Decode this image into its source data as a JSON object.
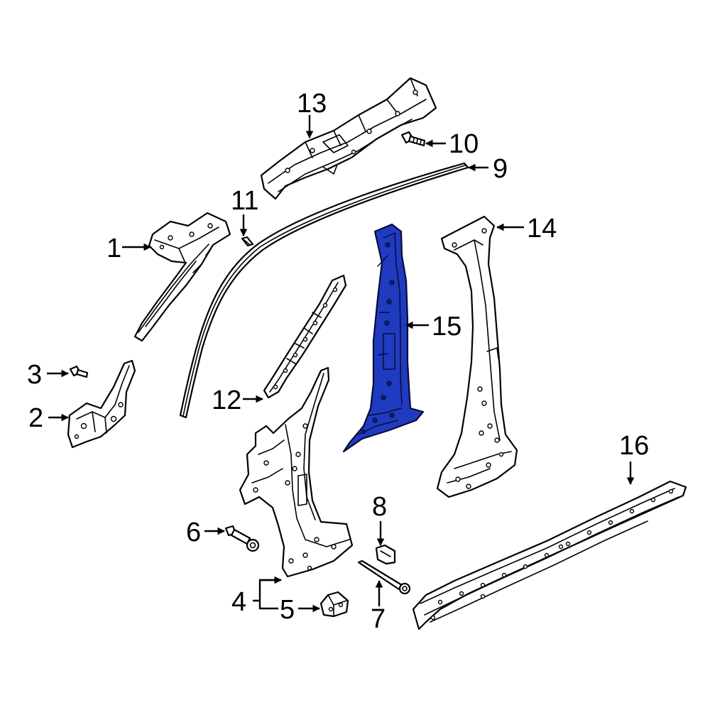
{
  "colors": {
    "highlight": "#1f3bbf",
    "outline": "#000000",
    "background": "#ffffff"
  },
  "callouts": {
    "c1": "1",
    "c2": "2",
    "c3": "3",
    "c4": "4",
    "c5": "5",
    "c6": "6",
    "c7": "7",
    "c8": "8",
    "c9": "9",
    "c10": "10",
    "c11": "11",
    "c12": "12",
    "c13": "13",
    "c14": "14",
    "c15": "15",
    "c16": "16"
  },
  "highlighted_part": "15"
}
